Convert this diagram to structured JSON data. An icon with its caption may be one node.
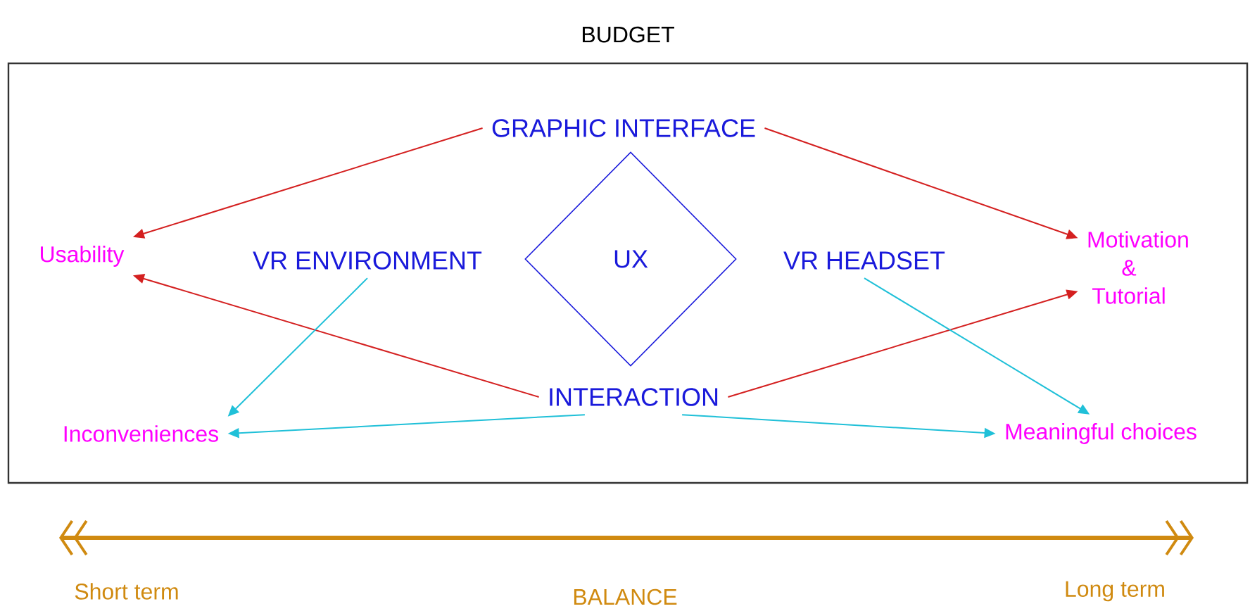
{
  "diagram": {
    "nodes": [
      {
        "text": [
          "BUDGET"
        ]
      },
      {
        "text": [
          "GRAPHIC INTERFACE"
        ],
        "in": 0
      },
      {
        "text": [
          "Usability"
        ],
        "in": 0
      },
      {
        "text": [
          "VR ENVIRONMENT"
        ],
        "in": 0
      },
      {
        "text": [
          "UX"
        ],
        "in": 0
      },
      {
        "text": [
          "VR HEADSET"
        ],
        "in": 0
      },
      {
        "text": [
          "Motivation & Tutorial"
        ],
        "in": 0
      },
      {
        "text": [
          "INTERACTION"
        ],
        "in": 0
      },
      {
        "text": [
          "Inconveniences"
        ],
        "in": 0
      },
      {
        "text": [
          "Meaningful choices"
        ],
        "in": 0
      }
    ],
    "edges": [
      {
        "from": 1,
        "to": 2,
        "arrow": "to",
        "color": "#d42020"
      },
      {
        "from": 1,
        "to": 6,
        "arrow": "to",
        "color": "#d42020"
      },
      {
        "from": 7,
        "to": 2,
        "arrow": "to",
        "color": "#d42020"
      },
      {
        "from": 7,
        "to": 6,
        "arrow": "to",
        "color": "#d42020"
      },
      {
        "from": 3,
        "to": 8,
        "arrow": "to",
        "color": "#20c0d8"
      },
      {
        "from": 7,
        "to": 8,
        "arrow": "to",
        "color": "#20c0d8"
      },
      {
        "from": 7,
        "to": 9,
        "arrow": "to",
        "color": "#20c0d8"
      },
      {
        "from": 5,
        "to": 9,
        "arrow": "to",
        "color": "#20c0d8"
      }
    ],
    "labels": [
      "Short term",
      "BALANCE",
      "Long term"
    ]
  }
}
